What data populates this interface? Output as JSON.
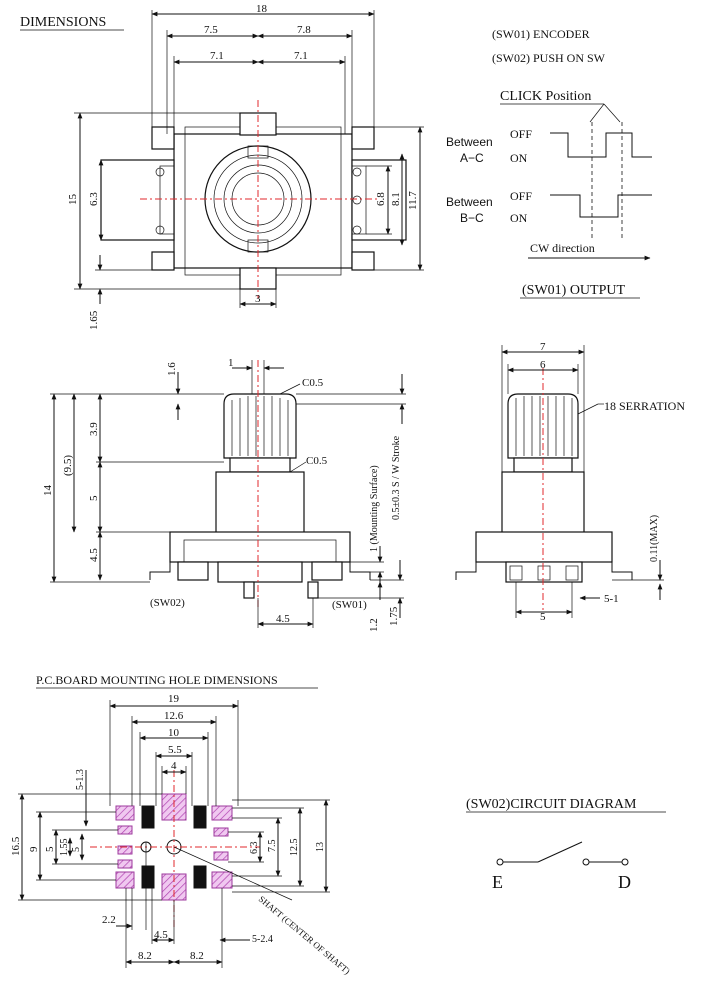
{
  "titles": {
    "dimensions": "DIMENSIONS",
    "pcb": "P.C.BOARD MOUNTING HOLE DIMENSIONS",
    "circuit": "(SW02)CIRCUIT DIAGRAM",
    "output": "(SW01) OUTPUT"
  },
  "legend": {
    "sw01": "(SW01) ENCODER",
    "sw02": "(SW02) PUSH ON SW"
  },
  "output_chart": {
    "click_position": "CLICK Position",
    "between_ac": [
      "Between",
      "A−C"
    ],
    "between_bc": [
      "Between",
      "B−C"
    ],
    "off": "OFF",
    "on": "ON",
    "direction": "CW direction"
  },
  "top_view": {
    "dims": [
      "18",
      "7.5",
      "7.8",
      "7.1",
      "7.1",
      "15",
      "6.3",
      "6.8",
      "8.1",
      "11.7",
      "3",
      "1.65"
    ]
  },
  "front_view": {
    "dims": [
      "1",
      "1.6",
      "C0.5",
      "3.9",
      "(9.5)",
      "14",
      "C0.5",
      "5",
      "4.5",
      "4.5",
      "1.2",
      "1.75"
    ],
    "labels": {
      "mounting": "1 (Mounting Surface)",
      "stroke": "0.5±0.3 S / W Stroke",
      "sw02": "(SW02)",
      "sw01": "(SW01)"
    }
  },
  "side_view": {
    "dims": [
      "7",
      "6",
      "5",
      "5-1"
    ],
    "serration": "18 SERRATION",
    "max": "0.11(MAX)"
  },
  "pcb": {
    "dims": [
      "19",
      "12.6",
      "10",
      "5.5",
      "4",
      "5-1.3",
      "16.5",
      "9",
      "5",
      "1.55",
      "5",
      "6.3",
      "7.5",
      "12.5",
      "13",
      "2.2",
      "4.5",
      "5-2.4",
      "8.2",
      "8.2"
    ],
    "shaft": "SHAFT (CENTER OF SHAFT)"
  },
  "circuit": {
    "terminal_e": "E",
    "terminal_d": "D"
  }
}
